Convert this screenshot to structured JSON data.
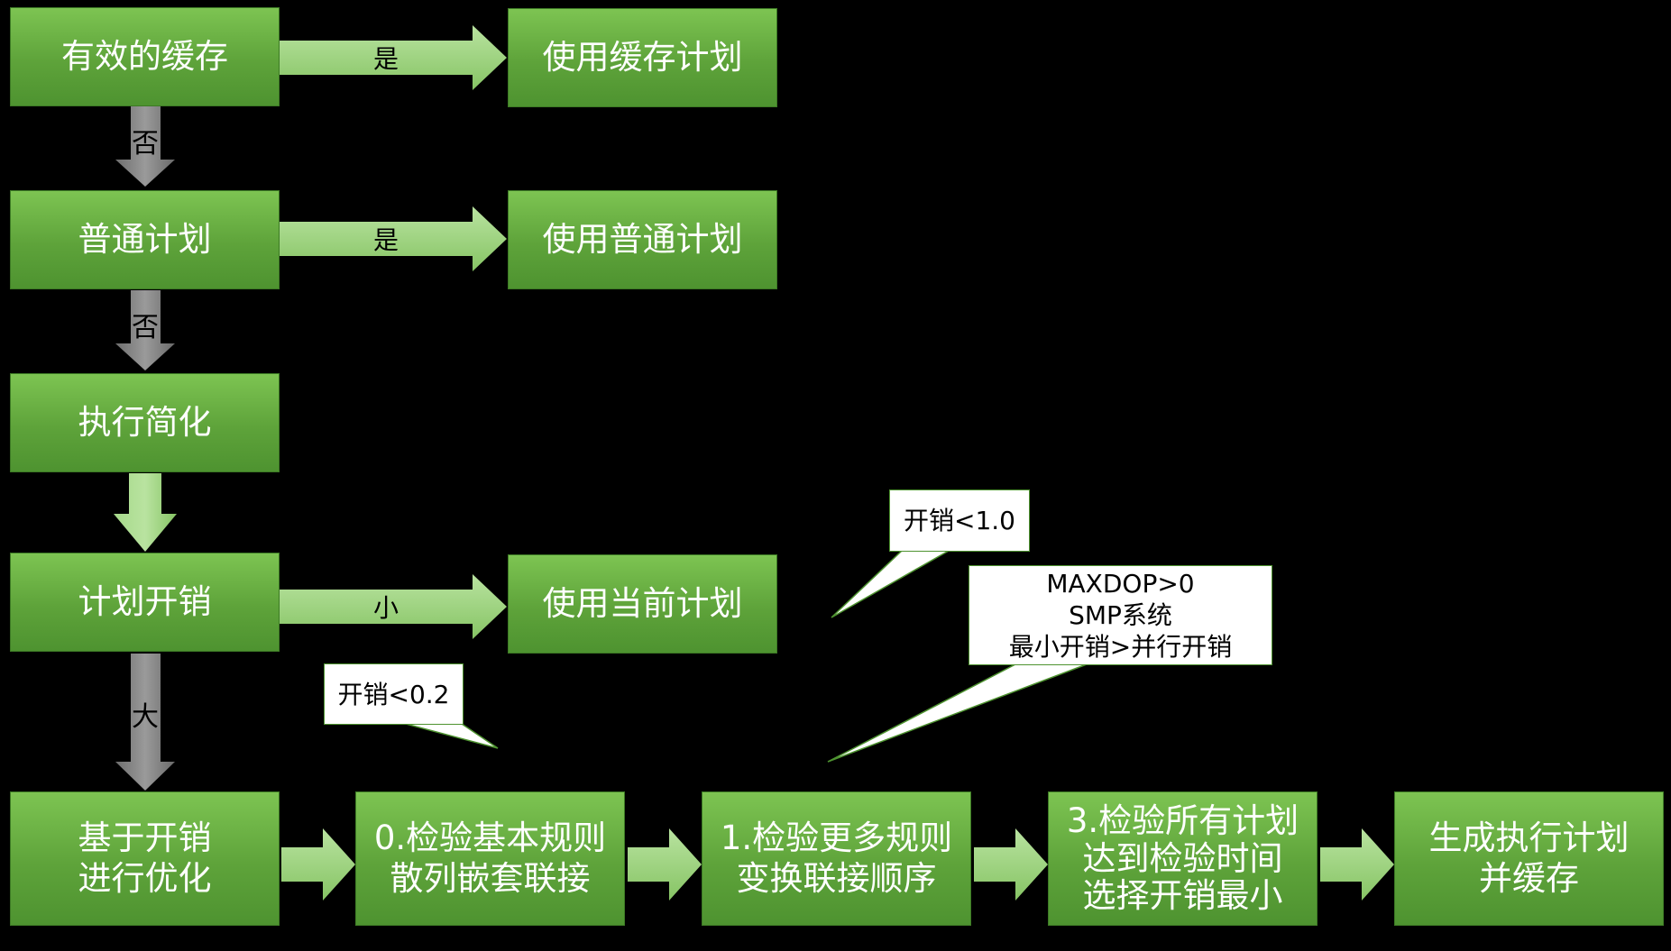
{
  "boxes": {
    "valid_cache": "有效的缓存",
    "use_cache_plan": "使用缓存计划",
    "trivial_plan": "普通计划",
    "use_trivial_plan": "使用普通计划",
    "simplify": "执行简化",
    "plan_cost": "计划开销",
    "use_current_plan": "使用当前计划",
    "cost_based": "基于开销\n进行优化",
    "phase0": "0.检验基本规则\n散列嵌套联接",
    "phase1": "1.检验更多规则\n变换联接顺序",
    "phase2": "3.检验所有计划\n达到检验时间\n选择开销最小",
    "generate": "生成执行计划\n并缓存"
  },
  "arrow_labels": {
    "yes1": "是",
    "yes2": "是",
    "no1": "否",
    "no2": "否",
    "small": "小",
    "large": "大"
  },
  "callouts": {
    "cost_02": "开销<0.2",
    "cost_10": "开销<1.0",
    "parallel": "MAXDOP>0\nSMP系统\n最小开销>并行开销"
  },
  "colors": {
    "box_green": "#66aa40",
    "arrow_green": "#9bd27a",
    "arrow_gray": "#8a8a8a",
    "background": "#000000"
  }
}
